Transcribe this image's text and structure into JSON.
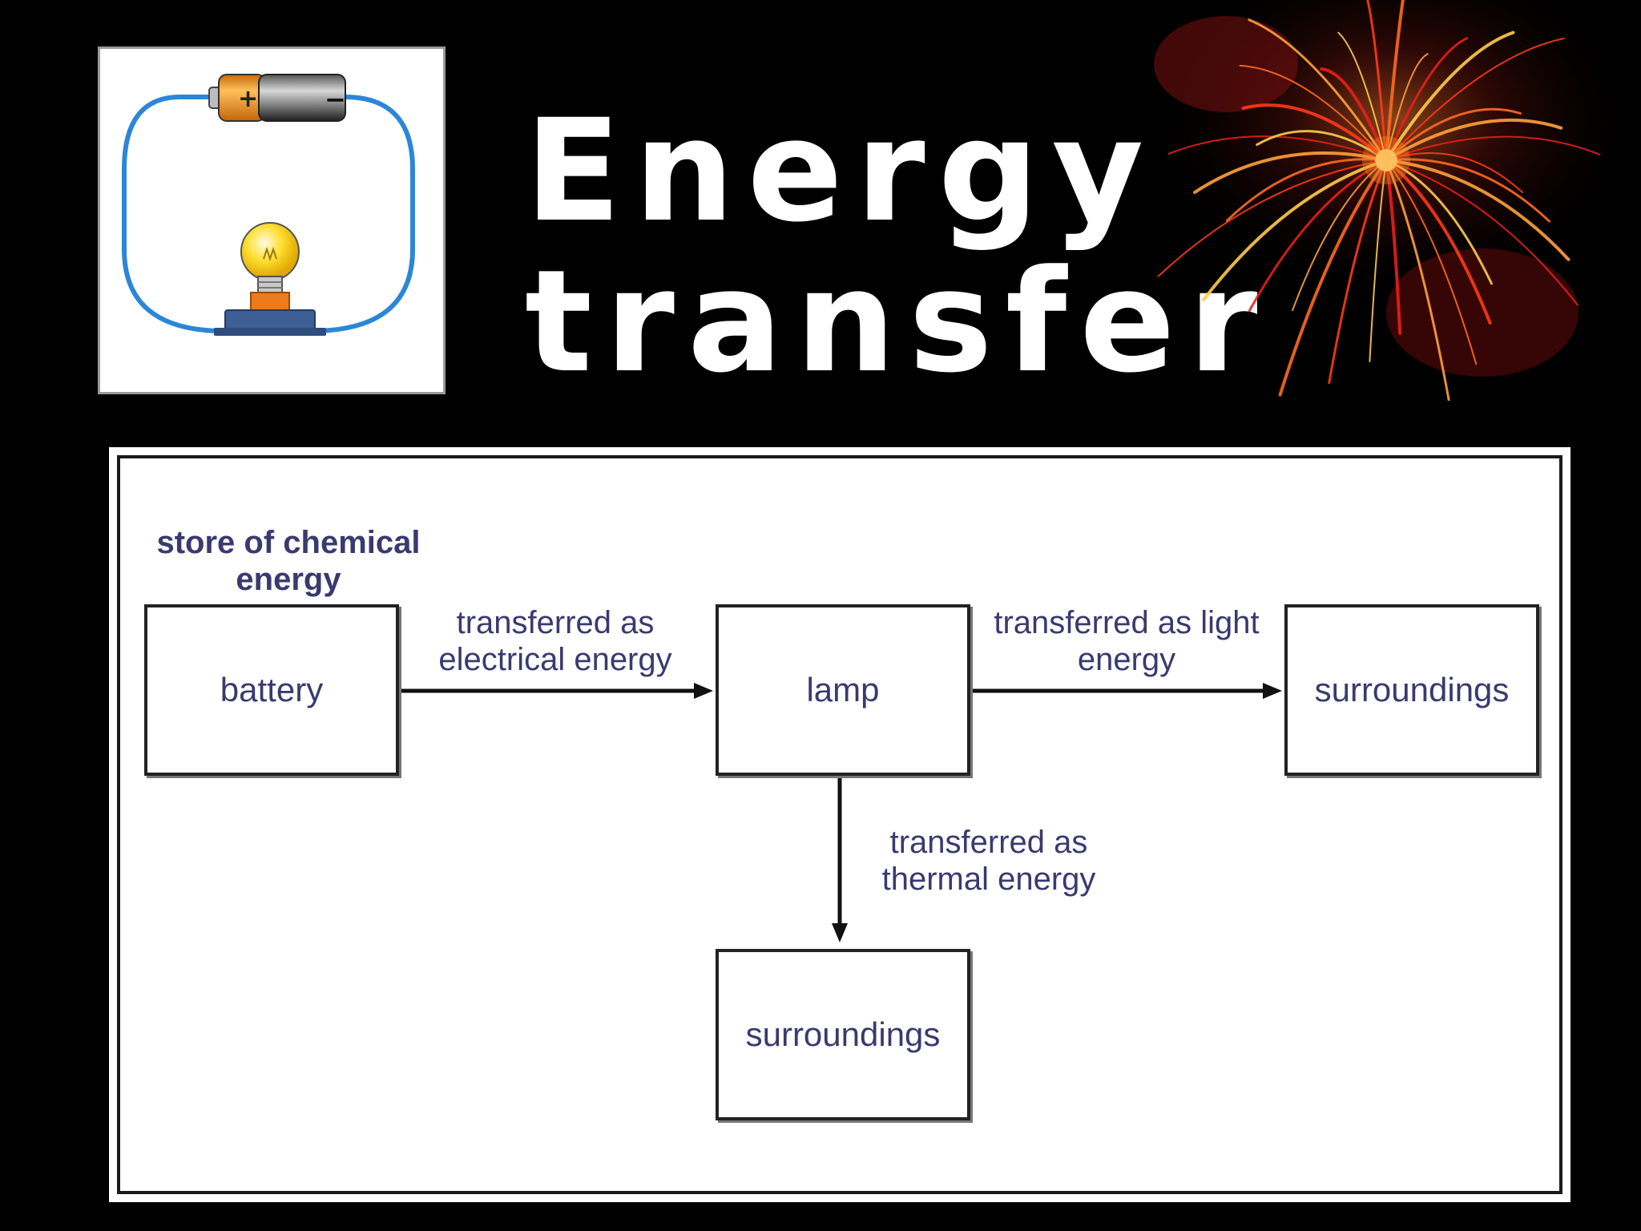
{
  "slide": {
    "title_lines": [
      "Energy",
      "transfer"
    ]
  },
  "circuit_icon": {
    "battery_plus": "+",
    "battery_minus": "−"
  },
  "diagram": {
    "store_label": "store of chemical energy",
    "boxes": {
      "battery": "battery",
      "lamp": "lamp",
      "surroundings_right": "surroundings",
      "surroundings_bottom": "surroundings"
    },
    "arrows": {
      "electrical": "transferred as electrical energy",
      "light": "transferred as light energy",
      "thermal": "transferred as thermal energy"
    }
  },
  "colors": {
    "background": "#000000",
    "title": "#ffffff",
    "diagram_text": "#3a3a70",
    "wire": "#2b86d8",
    "battery_orange": "#f29a1f",
    "bulb_yellow": "#ffe033"
  }
}
